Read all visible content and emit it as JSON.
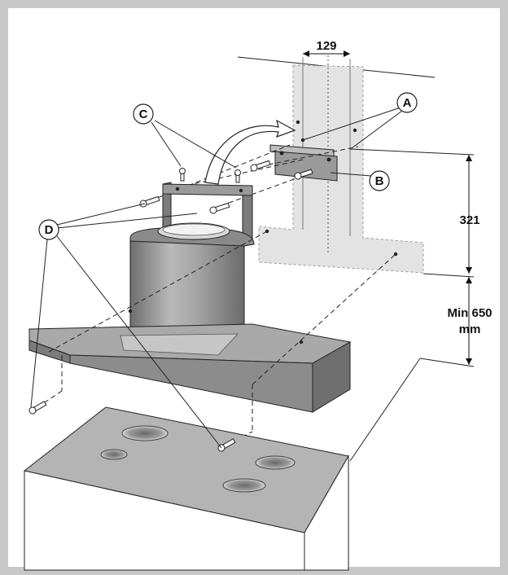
{
  "dimensions": {
    "bracket_width": "129",
    "bracket_height": "321",
    "min_distance_line1": "Min 650",
    "min_distance_line2": "mm"
  },
  "callouts": {
    "a": "A",
    "b": "B",
    "c": "C",
    "d": "D"
  },
  "colors": {
    "frame": "#c8c8c8",
    "chimney_zone": "#e3e3e3",
    "metal_dark": "#7c7c7c",
    "metal_mid": "#9a9a9a",
    "metal_light": "#bdbdbd",
    "hob_top": "#b4b4b4",
    "cabinet_front": "#ffffff"
  }
}
